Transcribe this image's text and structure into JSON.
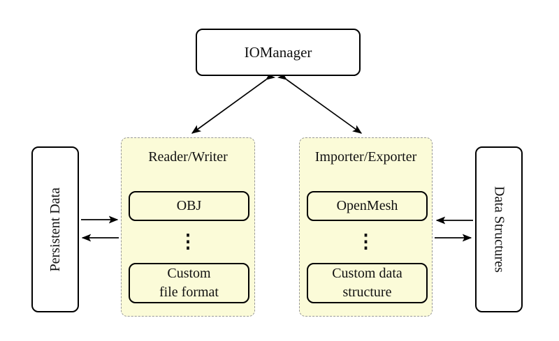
{
  "colors": {
    "panel_fill": "#FBFBD8",
    "panel_border": "#999999",
    "node_border": "#000000",
    "background": "#FFFFFF",
    "arrow": "#000000"
  },
  "nodes": {
    "iomanager": {
      "label": "IOManager"
    },
    "persistent_data": {
      "label": "Persistent Data"
    },
    "data_structures": {
      "label": "Data Structures"
    },
    "reader_writer": {
      "title": "Reader/Writer",
      "top_item": "OBJ",
      "ellipsis": "⋮",
      "bottom_item_line1": "Custom",
      "bottom_item_line2": "file format"
    },
    "importer_exporter": {
      "title": "Importer/Exporter",
      "top_item": "OpenMesh",
      "ellipsis": "⋮",
      "bottom_item_line1": "Custom data",
      "bottom_item_line2": "structure"
    }
  },
  "edges": {
    "iomanager_reader_writer": "bidirectional",
    "iomanager_importer_exporter": "bidirectional",
    "persistent_to_reader": "right",
    "reader_to_persistent": "left",
    "importer_to_structures_upper": "left",
    "structures_to_importer_lower": "right"
  }
}
